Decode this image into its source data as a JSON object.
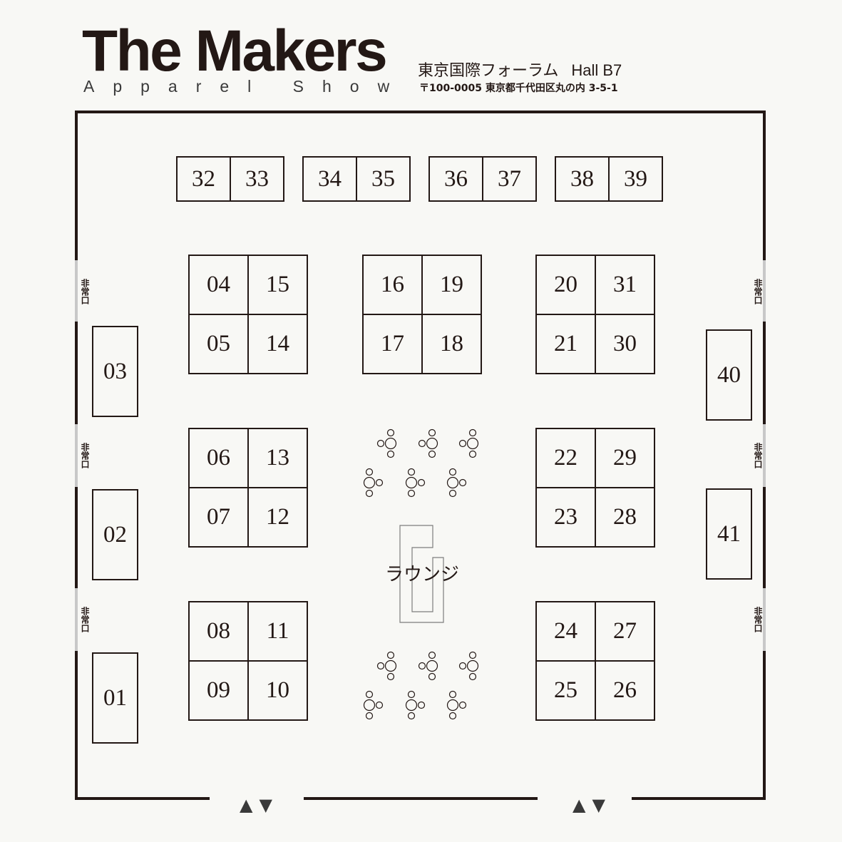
{
  "header": {
    "title": "The Makers",
    "subtitle": "Apparel Show",
    "venue": "東京国際フォーラム",
    "hall": "Hall B7",
    "address": "〒100-0005 東京都千代田区丸の内 3-5-1"
  },
  "floor_plan": {
    "top_row_booths": [
      [
        "32",
        "33"
      ],
      [
        "34",
        "35"
      ],
      [
        "36",
        "37"
      ],
      [
        "38",
        "39"
      ]
    ],
    "blocks": {
      "upper_left": [
        "04",
        "15",
        "05",
        "14"
      ],
      "upper_center": [
        "16",
        "19",
        "17",
        "18"
      ],
      "upper_right": [
        "20",
        "31",
        "21",
        "30"
      ],
      "middle_left": [
        "06",
        "13",
        "07",
        "12"
      ],
      "middle_right": [
        "22",
        "29",
        "23",
        "28"
      ],
      "lower_left": [
        "08",
        "11",
        "09",
        "10"
      ],
      "lower_right": [
        "24",
        "27",
        "25",
        "26"
      ]
    },
    "left_wall_booths": [
      "03",
      "02",
      "01"
    ],
    "right_wall_booths": [
      "40",
      "41"
    ],
    "lounge_label": "ラウンジ",
    "emergency_exit_label": "非常口",
    "entrance_marker": "▲▼"
  },
  "icons": {
    "entrance": "entrance-arrows-icon",
    "lounge_furniture": "table-with-chairs-icon"
  },
  "colors": {
    "background": "#f8f8f5",
    "wall": "#231815",
    "emergency_exit": "#c8c8c8",
    "lounge_counter": "#7d7d7d"
  }
}
